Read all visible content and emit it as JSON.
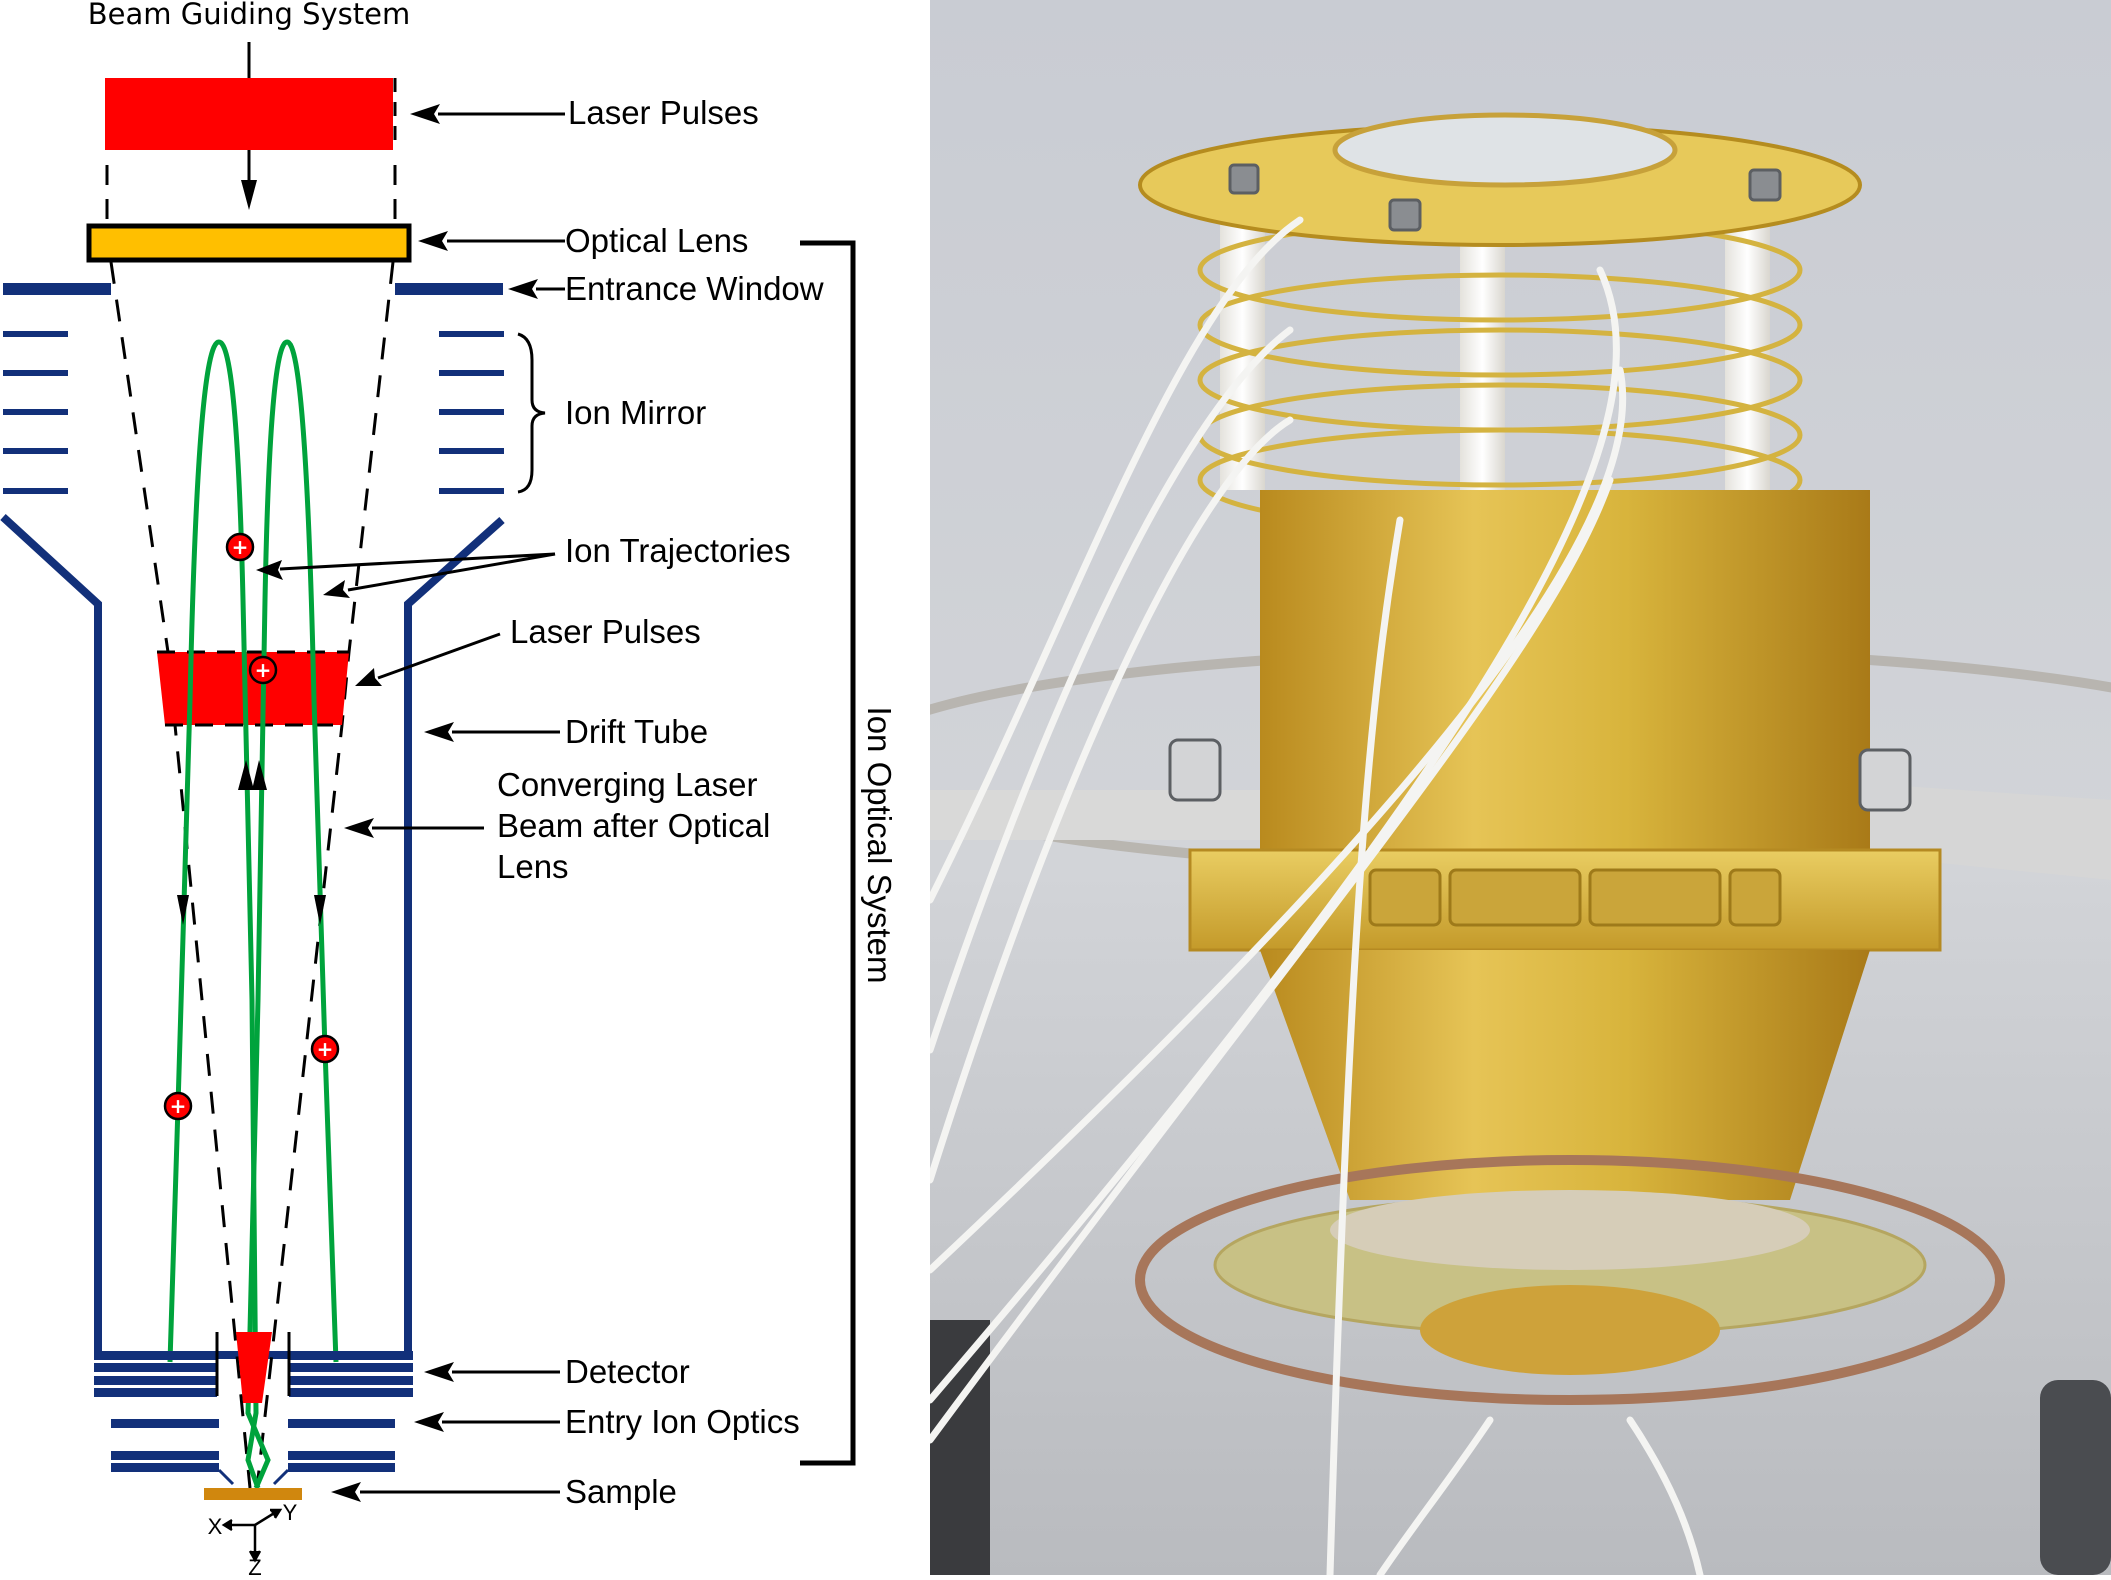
{
  "figure": {
    "left_panel": "schematic",
    "right_panel": "photograph"
  },
  "labels": {
    "beam_guiding_system": "Beam Guiding System",
    "laser_pulses_top": "Laser Pulses",
    "optical_lens": "Optical Lens",
    "entrance_window": "Entrance Window",
    "ion_mirror": "Ion Mirror",
    "ion_trajectories": "Ion Trajectories",
    "laser_pulses_mid": "Laser Pulses",
    "drift_tube": "Drift Tube",
    "converging_line1": "Converging Laser",
    "converging_line2": "Beam after Optical",
    "converging_line3": "Lens",
    "detector": "Detector",
    "entry_ion_optics": "Entry Ion Optics",
    "sample": "Sample",
    "ion_optical_system": "Ion Optical System"
  },
  "axes": {
    "x": "X",
    "y": "Y",
    "z": "Z"
  },
  "ion_symbol": "+",
  "colors": {
    "laser_red": "#ff0000",
    "lens_yellow": "#ffbf00",
    "electrode_blue": "#12307a",
    "trajectory_green": "#00a33c",
    "sample_orange": "#d0870e",
    "photo_background": "#c9ccd3",
    "gold_housing": "#d9b43a"
  }
}
